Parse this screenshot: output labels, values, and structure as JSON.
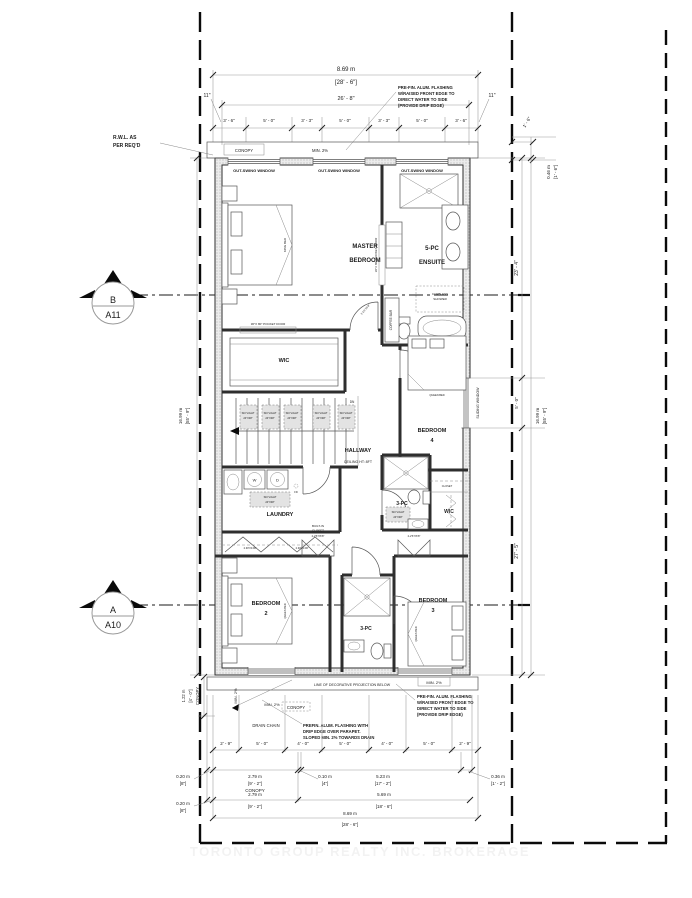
{
  "markers": {
    "b_letter": "B",
    "b_sheet": "A11",
    "a_letter": "A",
    "a_sheet": "A10"
  },
  "notes": {
    "rwl1": "R.W.L. AS",
    "rwl2": "PER REQ'D",
    "flash1": "PRE-FIN. ALUM. FLASHING",
    "flash2": "W/RAISED FRONT EDGE TO",
    "flash3": "DIRECT WATER TO SIDE",
    "flash4": "(PROVIDE DRIP EDGE)",
    "parapet1": "PREFIN. ALUM. FLASHING WITH",
    "parapet2": "DRIP EDGE OVER PARAPET.",
    "parapet3": "SLOPED MIN. 2% TOWARDS DRAIN",
    "drain": "DRAIN CHAIN",
    "decorative": "LINE OF DECORATIVE PROJECTION BELOW",
    "min2": "MIN. 2%",
    "canopy": "CONOPY"
  },
  "dims": {
    "top": {
      "m": "8.69 m",
      "ft": "[28' - 6\"]",
      "overall": "26' - 8\"",
      "eave": "11\"",
      "segments": [
        "3' - 6\"",
        "5' - 0\"",
        "3' - 3\"",
        "5' - 0\"",
        "3' - 3\"",
        "5' - 0\"",
        "3' - 6\""
      ]
    },
    "right": {
      "off": "1' - 6\"",
      "off_m": "0.46 m",
      "off_ft": "[1' - 6\"]",
      "upper": "23' - 4\"",
      "window": "5' - 0\"",
      "total_m": "16.99 m",
      "total_ft": "[55' - 9\"]",
      "lower": "27' - 5\""
    },
    "left": {
      "total_m": "16.99 m",
      "total_ft": "[55' - 9\"]",
      "canopy_m": "1.22 m",
      "canopy_ft": "[4' - 0\"]",
      "canopy_lbl": "CONOPY",
      "off_m": "0.20 m",
      "off_ft": "[8\"]"
    },
    "bottom": {
      "segments": [
        "2' - 9\"",
        "5' - 0\"",
        "4' - 0\"",
        "5' - 0\"",
        "4' - 0\"",
        "5' - 0\"",
        "2' - 9\""
      ],
      "c1m": "2.79 m",
      "c1f": "[9' - 2\"]",
      "c1l": "CONOPY",
      "c2m": "0.10 m",
      "c2f": "[4\"]",
      "c3m": "5.23 m",
      "c3f": "[17' - 2\"]",
      "c4m": "0.36 m",
      "c4f": "[1' - 2\"]",
      "d1m": "2.79 m",
      "d1f": "[9' - 2\"]",
      "d2m": "5.69 m",
      "d2f": "[18' - 6\"]",
      "em": "8.69 m",
      "ef": "[28' - 6\"]"
    }
  },
  "rooms": {
    "master1": "MASTER",
    "master2": "BEDROOM",
    "ensuite1": "5-PC",
    "ensuite2": "ENSUITE",
    "wic": "WIC",
    "hallway": "HALLWAY",
    "ceiling": "CEILING HT: 8FT",
    "bed4a": "BEDROOM",
    "bed4b": "4",
    "laundry": "LAUNDRY",
    "bath_u": "3-PC",
    "wic2": "WIC",
    "bed2a": "BEDROOM",
    "bed2b": "2",
    "bath_l": "3-PC",
    "bed3a": "BEDROOM",
    "bed3b": "3"
  },
  "labels": {
    "outswing": "OUT-SWING WINDOW",
    "sliding": "SLIDING WINDOW",
    "coffee": "COFFEE BAR",
    "dn": "DN",
    "riser": "16R",
    "king": "KING BED",
    "queen": "QUEEN BED",
    "closet": "CLOSET",
    "builtin1": "BUILT-IN",
    "builtin2": "CLOSET",
    "curb1": "CURBLESS",
    "curb2": "SHOWER",
    "pocket": "36\"X 80\" POCKET DOOR",
    "sky1": "SKYLIGHT",
    "sky2": "24\"X48\"",
    "tag_closet": "2.30'X0.96'",
    "tag_door": "2-2'6\"X6'8\"",
    "w": "W",
    "d": "D",
    "fd": "FD"
  },
  "watermark": "TORONTO GROUP REALTY INC. BROKERAGE"
}
